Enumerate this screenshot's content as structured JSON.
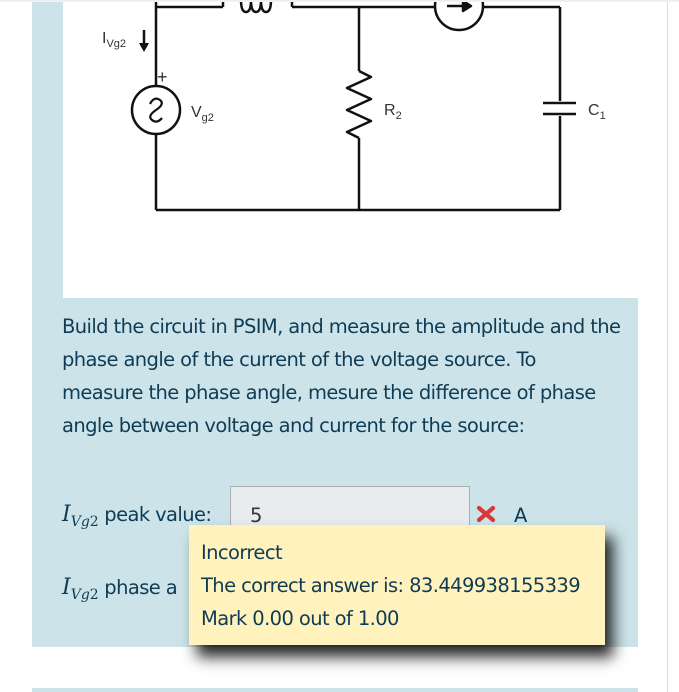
{
  "circuit": {
    "labels": {
      "current_label": "I",
      "current_sub": "Vg2",
      "source_label": "V",
      "source_sub": "g2",
      "resistor_label": "R",
      "resistor_sub": "2",
      "capacitor_label": "C",
      "capacitor_sub": "1",
      "plus_sign": "+"
    }
  },
  "question": {
    "text": "Build the circuit in PSIM, and measure the amplitude and the phase angle of the current of the voltage source. To measure the phase angle, mesure the difference of phase angle between voltage and current for the source:",
    "rows": [
      {
        "var": "I",
        "sub_italic": "Vg",
        "sub_num": "2",
        "label": " peak value:",
        "value": "5",
        "unit": "A",
        "status": "incorrect"
      },
      {
        "var": "I",
        "sub_italic": "Vg",
        "sub_num": "2",
        "label": " phase a"
      }
    ]
  },
  "feedback": {
    "status": "Incorrect",
    "correct_answer": "The correct answer is: 83.449938155339",
    "mark": "Mark 0.00 out of 1.00"
  },
  "colors": {
    "panel_bg": "#cce4e9",
    "feedback_bg": "#fff2bc",
    "text": "#0f3b55",
    "incorrect_icon": "#d9383a"
  }
}
